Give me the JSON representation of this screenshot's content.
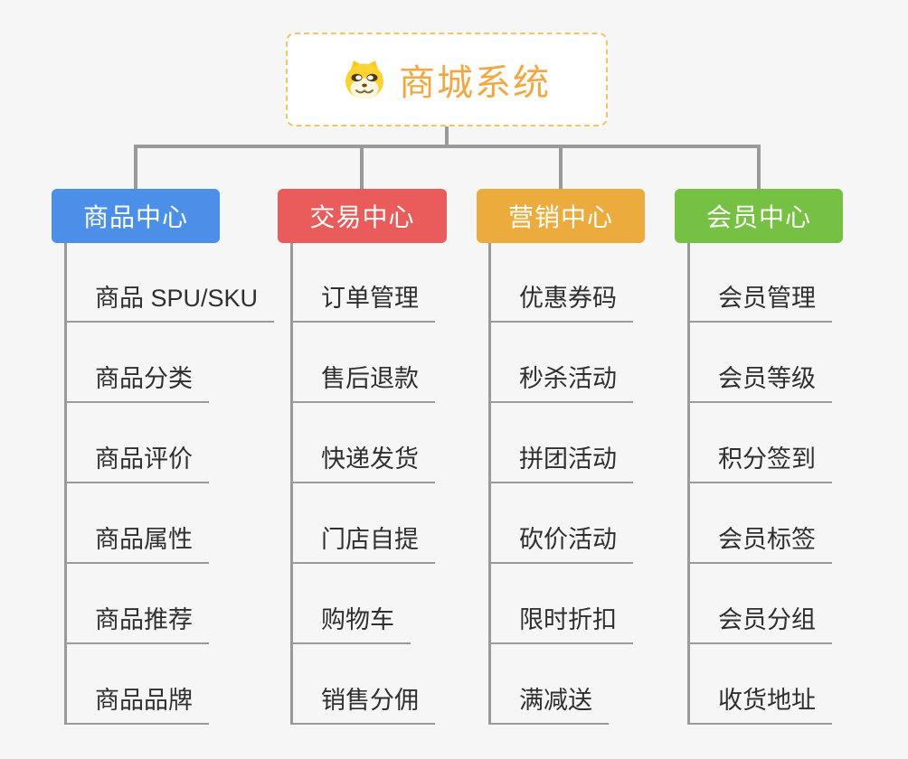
{
  "root": {
    "label": "商城系统",
    "icon": "shiba-dog-icon"
  },
  "branches": [
    {
      "id": "product-center",
      "label": "商品中心",
      "color": "#4b8fe8",
      "items": [
        "商品 SPU/SKU",
        "商品分类",
        "商品评价",
        "商品属性",
        "商品推荐",
        "商品品牌"
      ]
    },
    {
      "id": "trade-center",
      "label": "交易中心",
      "color": "#ea5c5c",
      "items": [
        "订单管理",
        "售后退款",
        "快递发货",
        "门店自提",
        "购物车",
        "销售分佣"
      ]
    },
    {
      "id": "marketing-center",
      "label": "营销中心",
      "color": "#ebab3d",
      "items": [
        "优惠券码",
        "秒杀活动",
        "拼团活动",
        "砍价活动",
        "限时折扣",
        "满减送"
      ]
    },
    {
      "id": "member-center",
      "label": "会员中心",
      "color": "#76c143",
      "items": [
        "会员管理",
        "会员等级",
        "积分签到",
        "会员标签",
        "会员分组",
        "收货地址"
      ]
    }
  ],
  "colors": {
    "background": "#f6f6f6",
    "connector": "#9a9a9a",
    "leaf_text": "#2f2f2f",
    "root_text": "#f0a843",
    "root_border": "#f3c26f",
    "branch_text": "#ffffff"
  }
}
